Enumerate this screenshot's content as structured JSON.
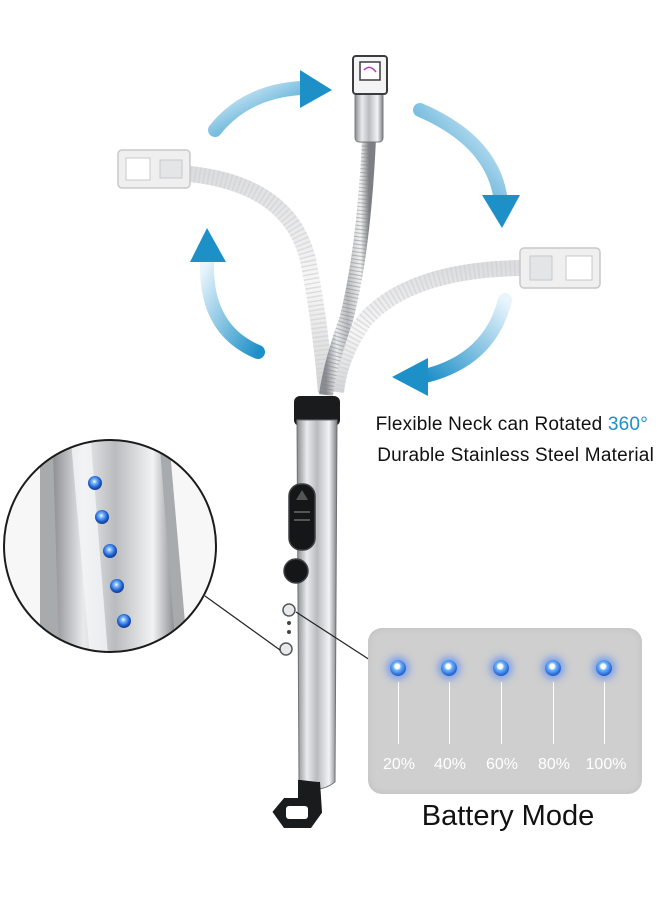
{
  "features": {
    "line1_prefix": "Flexible Neck can Rotated ",
    "line1_accent": "360°",
    "line2": "Durable Stainless Steel Material"
  },
  "battery": {
    "title": "Battery Mode",
    "levels": [
      "20%",
      "40%",
      "60%",
      "80%",
      "100%"
    ]
  },
  "colors": {
    "arrow_blue": "#1e90c8",
    "led_blue": "#1f5fd0",
    "panel_gray": "#cfcfcf"
  }
}
